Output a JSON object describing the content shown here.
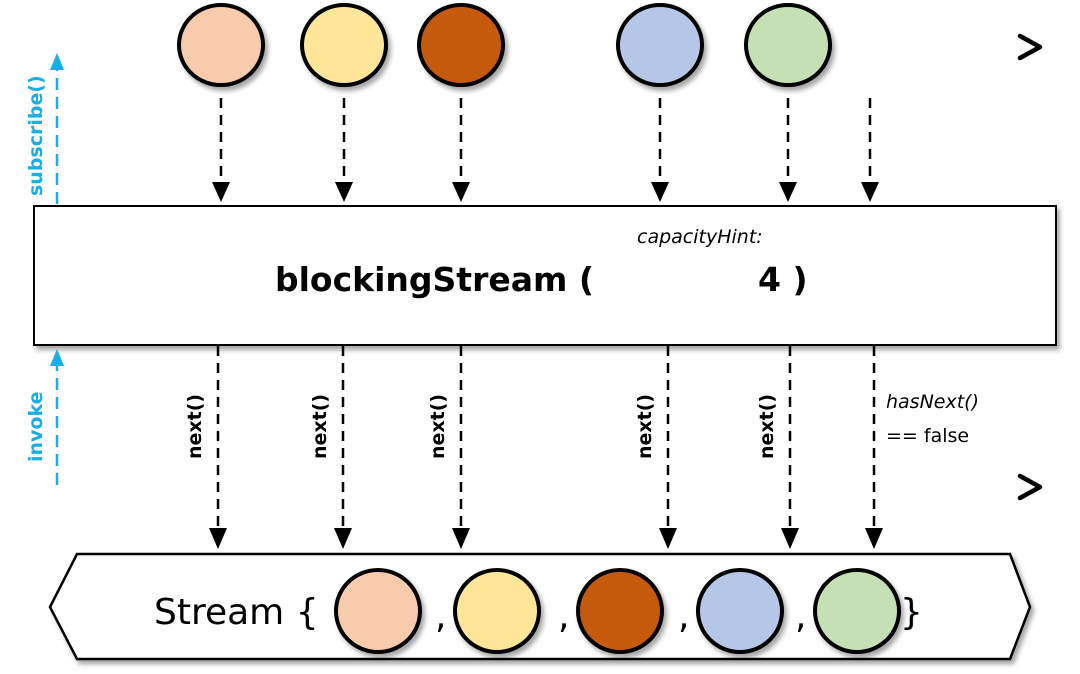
{
  "operator": {
    "name": "blockingStream (",
    "param_label": "capacityHint:",
    "param_value": "4 )"
  },
  "side_labels": {
    "subscribe": "subscribe()",
    "invoke": "invoke"
  },
  "colors": {
    "accent_blue": "#1aaee8",
    "dashed_orange": "#f4b183",
    "line": "#000000"
  },
  "items": [
    {
      "color": "#f8cbad",
      "call": "next()"
    },
    {
      "color": "#ffe699",
      "call": "next()"
    },
    {
      "color": "#c55a11",
      "call": "next()"
    },
    {
      "color": "#b4c7e7",
      "call": "next()"
    },
    {
      "color": "#c5e0b4",
      "call": "next()"
    }
  ],
  "completion": {
    "label_line1": "hasNext()",
    "label_line2": "== false"
  },
  "stream": {
    "prefix": "Stream {",
    "separator": ",",
    "suffix": "}"
  }
}
